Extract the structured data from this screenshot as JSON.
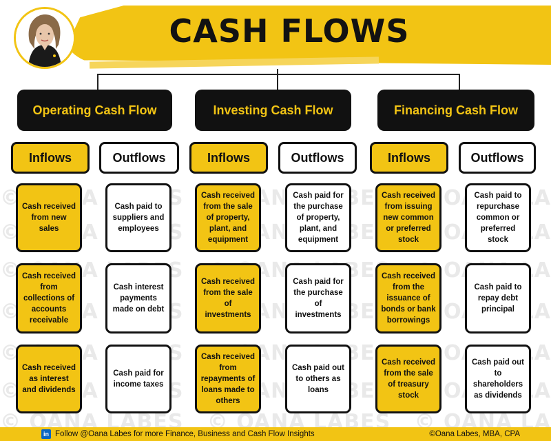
{
  "title": "CASH FLOWS",
  "colors": {
    "accent": "#f2c414",
    "dark": "#111111"
  },
  "watermark": "© OANA LABES",
  "categories": [
    {
      "label": "Operating Cash Flow",
      "inflows_label": "Inflows",
      "outflows_label": "Outflows",
      "inflows": [
        "Cash received from new sales",
        "Cash received from collections of accounts receivable",
        "Cash received as interest and dividends"
      ],
      "outflows": [
        "Cash paid to suppliers and employees",
        "Cash interest payments made on debt",
        "Cash paid for income taxes"
      ]
    },
    {
      "label": "Investing Cash Flow",
      "inflows_label": "Inflows",
      "outflows_label": "Outflows",
      "inflows": [
        "Cash received from the sale of property, plant, and equipment",
        "Cash received from the sale of investments",
        "Cash received from repayments of loans made to others"
      ],
      "outflows": [
        "Cash paid for the purchase of property, plant, and equipment",
        "Cash paid for the purchase of investments",
        "Cash paid out to others as loans"
      ]
    },
    {
      "label": "Financing Cash Flow",
      "inflows_label": "Inflows",
      "outflows_label": "Outflows",
      "inflows": [
        "Cash received from issuing new common or preferred stock",
        "Cash received from the issuance of bonds or bank borrowings",
        "Cash received from the sale of treasury stock"
      ],
      "outflows": [
        "Cash paid to repurchase common or preferred stock",
        "Cash paid to repay debt principal",
        "Cash paid out to shareholders as dividends"
      ]
    }
  ],
  "footer": {
    "icon": "linkedin-icon",
    "left_text": "Follow @Oana Labes for more Finance, Business and Cash Flow Insights",
    "right_text": "©Oana Labes, MBA, CPA"
  }
}
